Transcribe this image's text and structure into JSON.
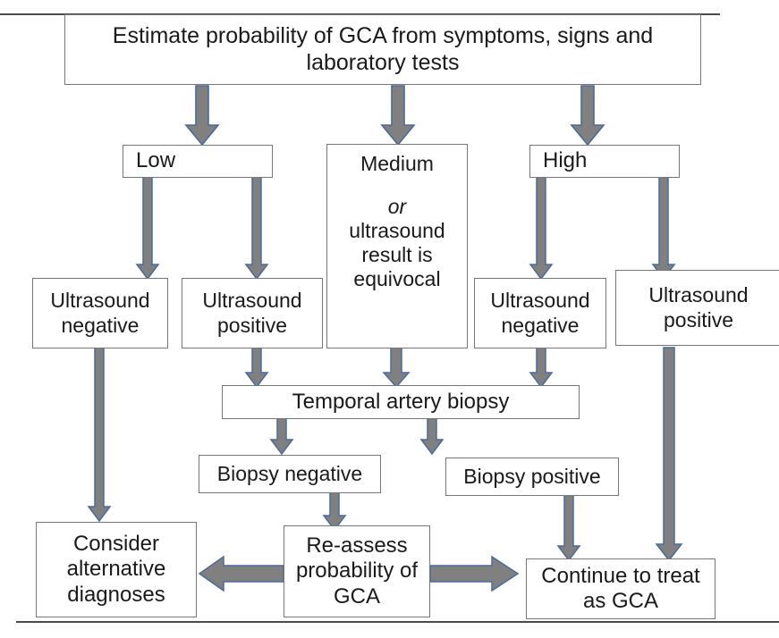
{
  "diagram": {
    "title_node": {
      "label": "Estimate probability of GCA from symptoms, signs and laboratory tests"
    },
    "levels": [
      {
        "id": "low",
        "label": "Low"
      },
      {
        "id": "medium",
        "label": "Medium",
        "extra_italic": "or",
        "extra_lines": "ultrasound result is equivocal"
      },
      {
        "id": "high",
        "label": "High"
      }
    ],
    "ultrasound": [
      {
        "id": "us-neg-low",
        "label": "Ultrasound negative"
      },
      {
        "id": "us-pos-low",
        "label": "Ultrasound positive"
      },
      {
        "id": "us-neg-high",
        "label": "Ultrasound negative"
      },
      {
        "id": "us-pos-high",
        "label": "Ultrasound positive"
      }
    ],
    "biopsy_node": {
      "label": "Temporal artery biopsy"
    },
    "biopsy_results": [
      {
        "id": "biopsy-negative",
        "label": "Biopsy negative"
      },
      {
        "id": "biopsy-positive",
        "label": "Biopsy positive"
      }
    ],
    "outcomes": [
      {
        "id": "consider-alternative",
        "label": "Consider alternative diagnoses"
      },
      {
        "id": "re-assess",
        "label": "Re-assess probability of GCA"
      },
      {
        "id": "continue-treat",
        "label": "Continue to treat as GCA"
      }
    ],
    "colors": {
      "arrow_fill": "#808080",
      "arrow_stroke": "#4a6b9a",
      "box_border": "#767676",
      "text": "#1a1a1a",
      "rule": "#4a4a4a"
    }
  }
}
